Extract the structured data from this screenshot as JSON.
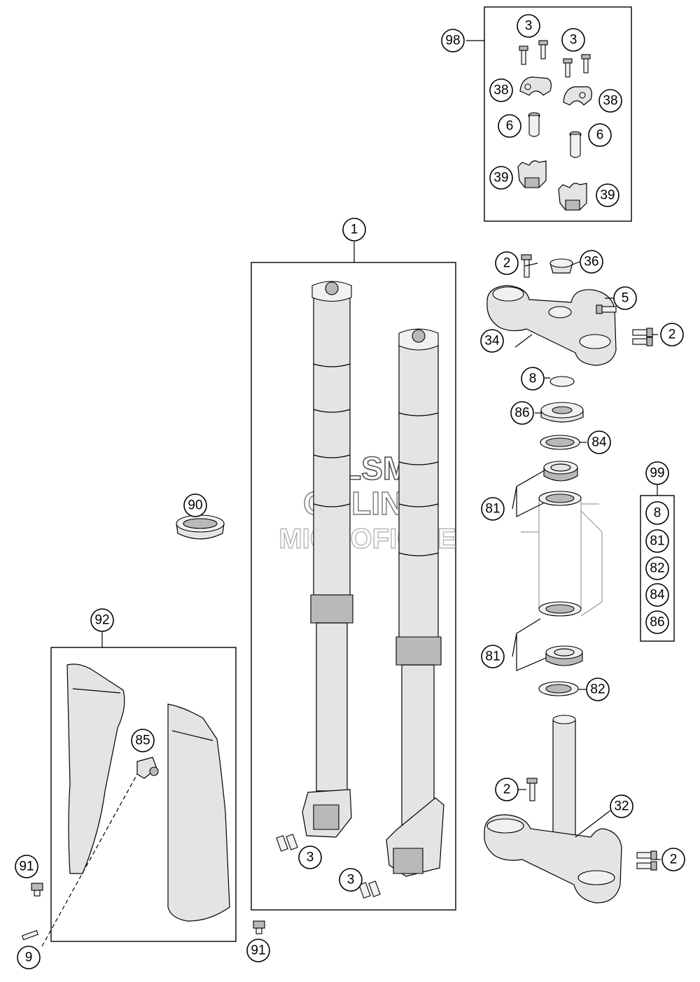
{
  "watermark": {
    "line1": "HLSM",
    "line2": "ONLINE",
    "line3": "MICROFICHE"
  },
  "callouts": {
    "c98": "98",
    "c3a": "3",
    "c3b": "3",
    "c38a": "38",
    "c38b": "38",
    "c6a": "6",
    "c6b": "6",
    "c39a": "39",
    "c39b": "39",
    "c1": "1",
    "c2a": "2",
    "c36": "36",
    "c5": "5",
    "c2b": "2",
    "c34": "34",
    "c8": "8",
    "c86": "86",
    "c84": "84",
    "c99": "99",
    "k8": "8",
    "k81": "81",
    "k82": "82",
    "k84": "84",
    "k86": "86",
    "c81a": "81",
    "c81b": "81",
    "c82": "82",
    "c2c": "2",
    "c32": "32",
    "c2d": "2",
    "c90": "90",
    "c92": "92",
    "c85": "85",
    "c91a": "91",
    "c9": "9",
    "c91b": "91",
    "c3c": "3",
    "c3d": "3"
  }
}
